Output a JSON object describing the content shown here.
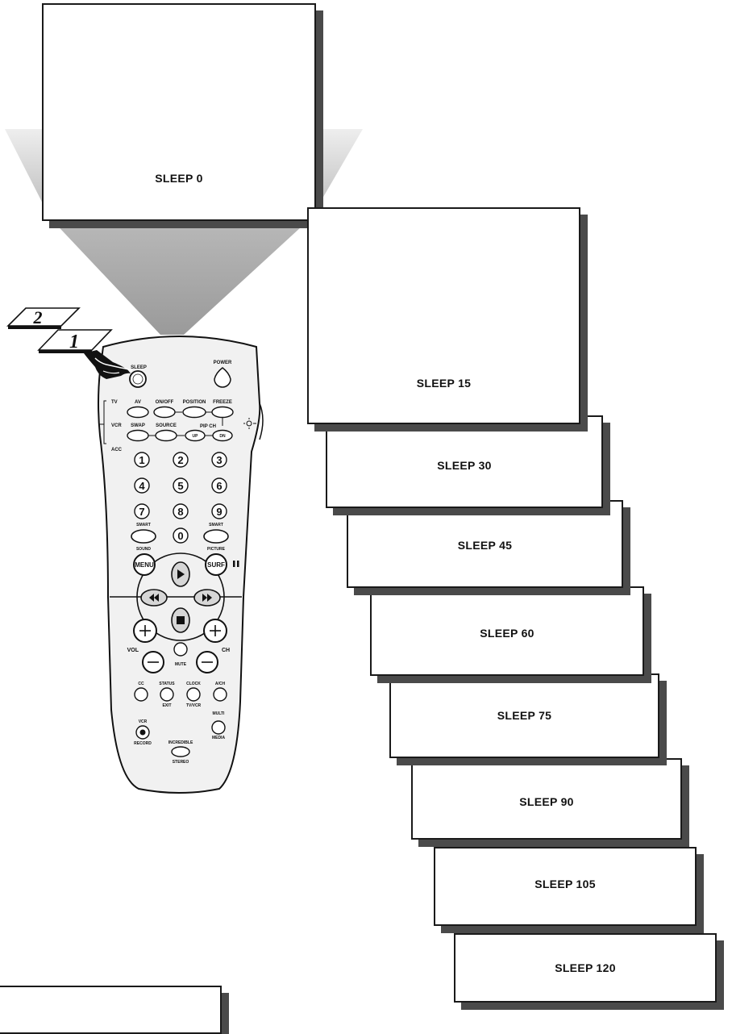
{
  "screens": [
    {
      "label": "SLEEP 0"
    },
    {
      "label": "SLEEP 15"
    },
    {
      "label": "SLEEP 30"
    },
    {
      "label": "SLEEP 45"
    },
    {
      "label": "SLEEP 60"
    },
    {
      "label": "SLEEP 75"
    },
    {
      "label": "SLEEP 90"
    },
    {
      "label": "SLEEP 105"
    },
    {
      "label": "SLEEP 120"
    }
  ],
  "steps": {
    "back": "2",
    "front": "1"
  },
  "remote": {
    "sleep": "SLEEP",
    "power": "POWER",
    "mode_tv": "TV",
    "mode_vcr": "VCR",
    "mode_acc": "ACC",
    "av": "AV",
    "onoff": "ON/OFF",
    "position": "POSITION",
    "freeze": "FREEZE",
    "swap": "SWAP",
    "source": "SOURCE",
    "pipch": "PIP CH",
    "up": "UP",
    "dn": "DN",
    "digits": [
      "1",
      "2",
      "3",
      "4",
      "5",
      "6",
      "7",
      "8",
      "9"
    ],
    "zero": "0",
    "smart_left_top": "SMART",
    "smart_left_bottom": "SOUND",
    "smart_right_top": "SMART",
    "smart_right_bottom": "PICTURE",
    "menu": "MENU",
    "surf": "SURF",
    "vol": "VOL",
    "ch": "CH",
    "mute": "MUTE",
    "cc": "CC",
    "status": "STATUS",
    "exit": "EXIT",
    "clock": "CLOCK",
    "tvvcr": "TV/VCR",
    "ach": "A/CH",
    "vcr": "VCR",
    "record": "RECORD",
    "multi": "MULTI",
    "media": "MEDIA",
    "incredible": "INCREDIBLE",
    "stereo": "STEREO"
  }
}
